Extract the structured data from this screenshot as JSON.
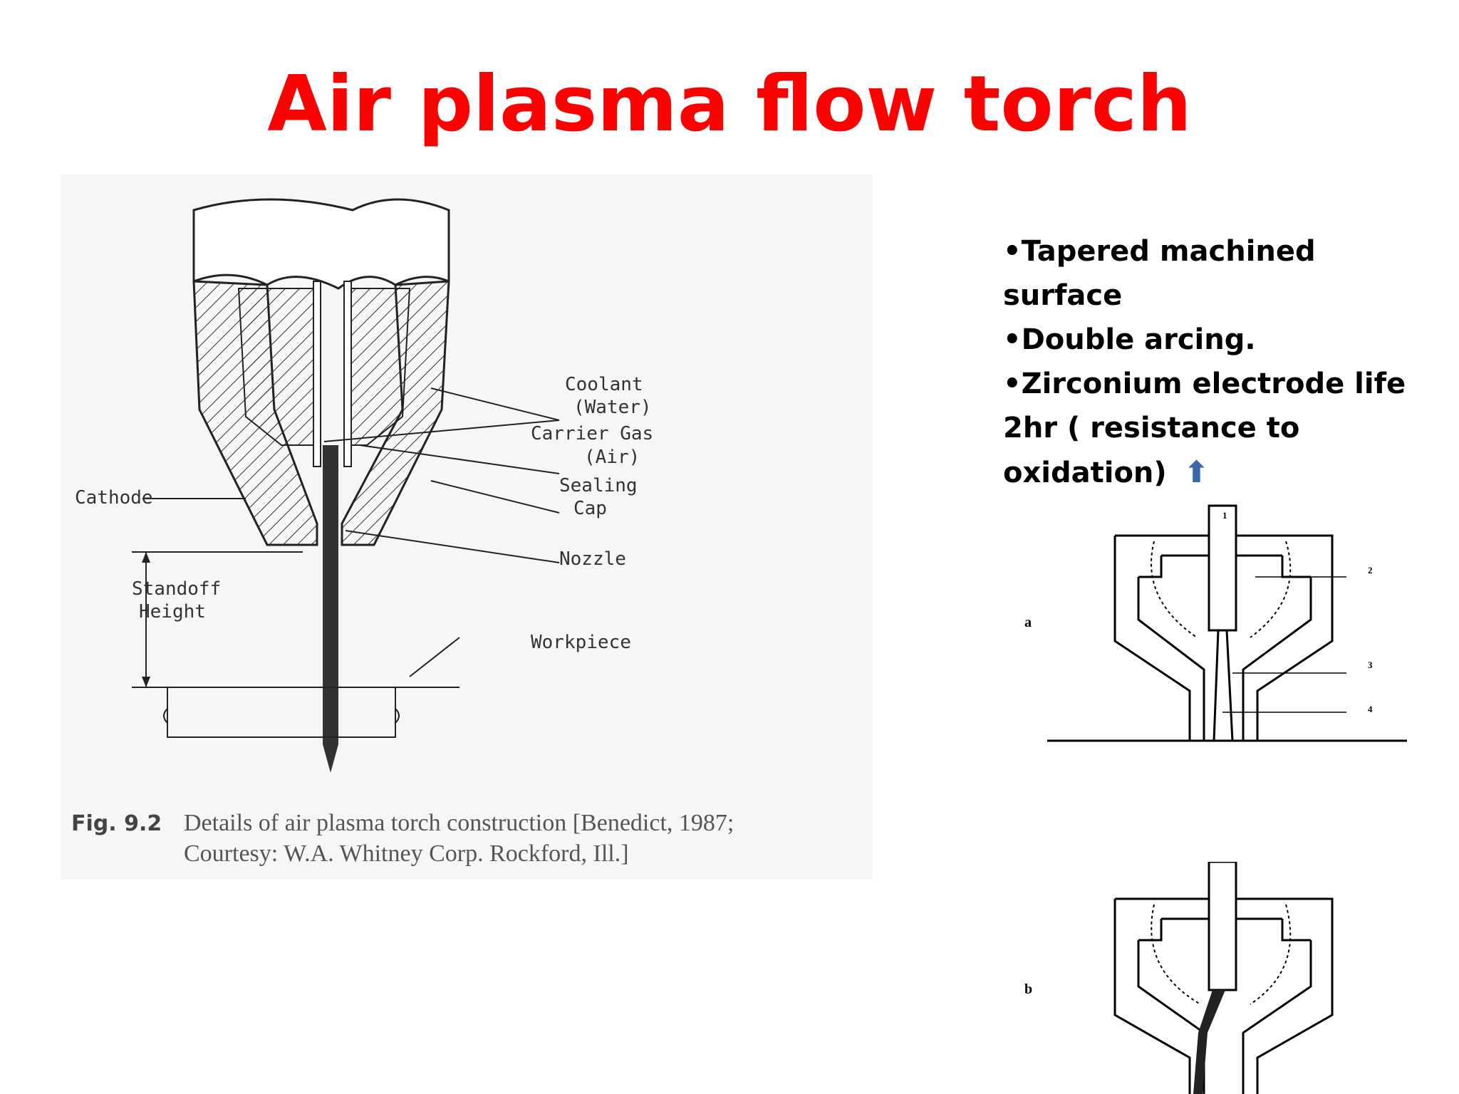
{
  "slide": {
    "title": "Air plasma flow torch",
    "title_color": "#ff0000"
  },
  "figure": {
    "labels": {
      "coolant": "Coolant",
      "water": "(Water)",
      "carrier_gas": "Carrier Gas",
      "air": "(Air)",
      "cathode": "Cathode",
      "sealing": "Sealing",
      "cap": "Cap",
      "nozzle": "Nozzle",
      "standoff": "Standoff",
      "height": "Height",
      "workpiece": "Workpiece"
    },
    "caption_num": "Fig. 9.2",
    "caption_line1": "Details of air plasma torch construction [Benedict, 1987;",
    "caption_line2": "Courtesy: W.A. Whitney Corp. Rockford, Ill.]"
  },
  "bullets": [
    "•Tapered machined surface",
    "•Double arcing.",
    "•Zirconium electrode life 2hr (   resistance to oxidation)"
  ],
  "arrow_icon": "up-arrow-icon",
  "arrow_color": "#3a67a7",
  "diagram_a": {
    "label": "a",
    "numbers": [
      "1",
      "2",
      "3",
      "4"
    ]
  },
  "diagram_b": {
    "label": "b"
  }
}
